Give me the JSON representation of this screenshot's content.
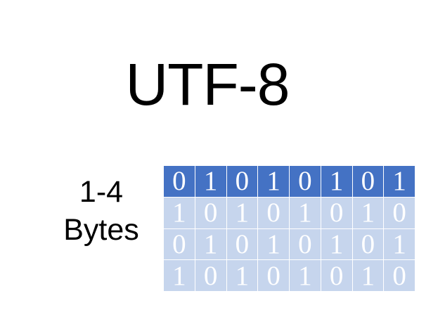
{
  "slide": {
    "background_color": "#ffffff",
    "title": "UTF-8",
    "caption": {
      "line1": "1-4",
      "line2": "Bytes"
    }
  },
  "colors": {
    "dark_blue": "#4472C4",
    "light_blue": "#C6D5ED",
    "digit_text": "#FFFFFF",
    "title_text": "#000000"
  },
  "bit_grid": {
    "columns": 8,
    "rows": 4,
    "rows_data": [
      {
        "style": "dark",
        "bits": [
          "0",
          "1",
          "0",
          "1",
          "0",
          "1",
          "0",
          "1"
        ]
      },
      {
        "style": "light",
        "bits": [
          "1",
          "0",
          "1",
          "0",
          "1",
          "0",
          "1",
          "0"
        ]
      },
      {
        "style": "light",
        "bits": [
          "0",
          "1",
          "0",
          "1",
          "0",
          "1",
          "0",
          "1"
        ]
      },
      {
        "style": "light",
        "bits": [
          "1",
          "0",
          "1",
          "0",
          "1",
          "0",
          "1",
          "0"
        ]
      }
    ]
  }
}
